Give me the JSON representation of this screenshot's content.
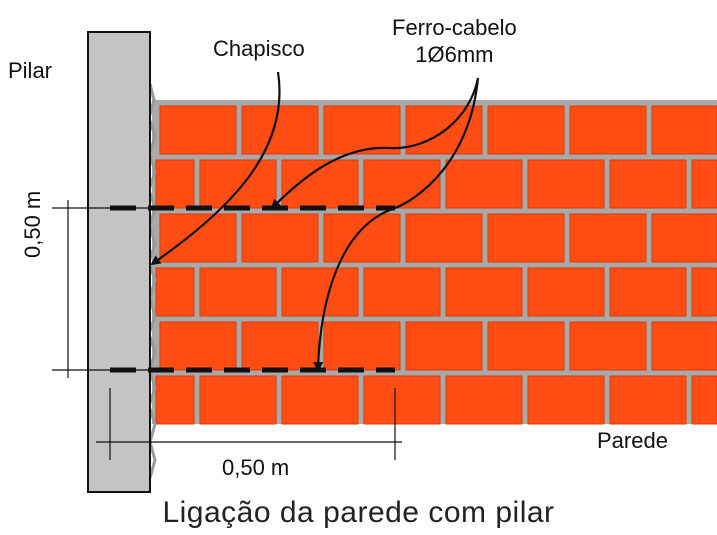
{
  "labels": {
    "pillar": "Pilar",
    "chapisco": "Chapisco",
    "tie_line1": "Ferro-cabelo",
    "tie_line2": "1Ø6mm",
    "vertical_dim": "0,50 m",
    "horizontal_dim": "0,50 m",
    "wall": "Parede",
    "caption": "Ligação da parede com pilar"
  },
  "colors": {
    "brick": "#ff4d14",
    "mortar": "#a9a9a9",
    "pillar": "#c4c4c4",
    "outline": "#111111"
  },
  "wall": {
    "courses": 6,
    "tie_courses_after": [
      2,
      5
    ]
  }
}
